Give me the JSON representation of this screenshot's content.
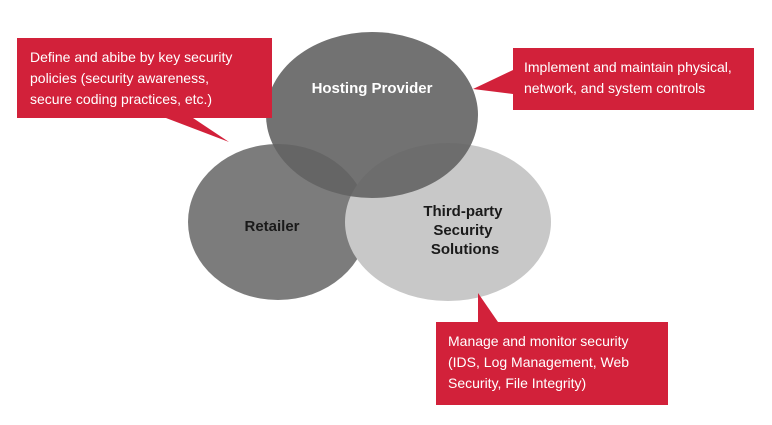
{
  "colors": {
    "hosting_circle": "#636363",
    "retailer_circle": "#7c7c7c",
    "third_party_circle": "#c8c8c8",
    "callout_fill": "#d2213a",
    "callout_text": "#ffffff",
    "label_dark": "#1a1a1a",
    "label_light": "#ffffff"
  },
  "circles": {
    "hosting": {
      "label": [
        "Hosting Provider"
      ]
    },
    "retailer": {
      "label": [
        "Retailer"
      ]
    },
    "third_party": {
      "label": [
        "Third-party",
        "Security",
        "Solutions"
      ]
    }
  },
  "callouts": {
    "retailer": {
      "lines": [
        "Define and abibe by key security",
        "policies (security awareness,",
        "secure coding practices, etc.)"
      ]
    },
    "hosting": {
      "lines": [
        "Implement and maintain physical,",
        "network, and system controls"
      ]
    },
    "third_party": {
      "lines": [
        "Manage and monitor security",
        "(IDS, Log Management, Web",
        "Security, File Integrity)"
      ]
    }
  }
}
